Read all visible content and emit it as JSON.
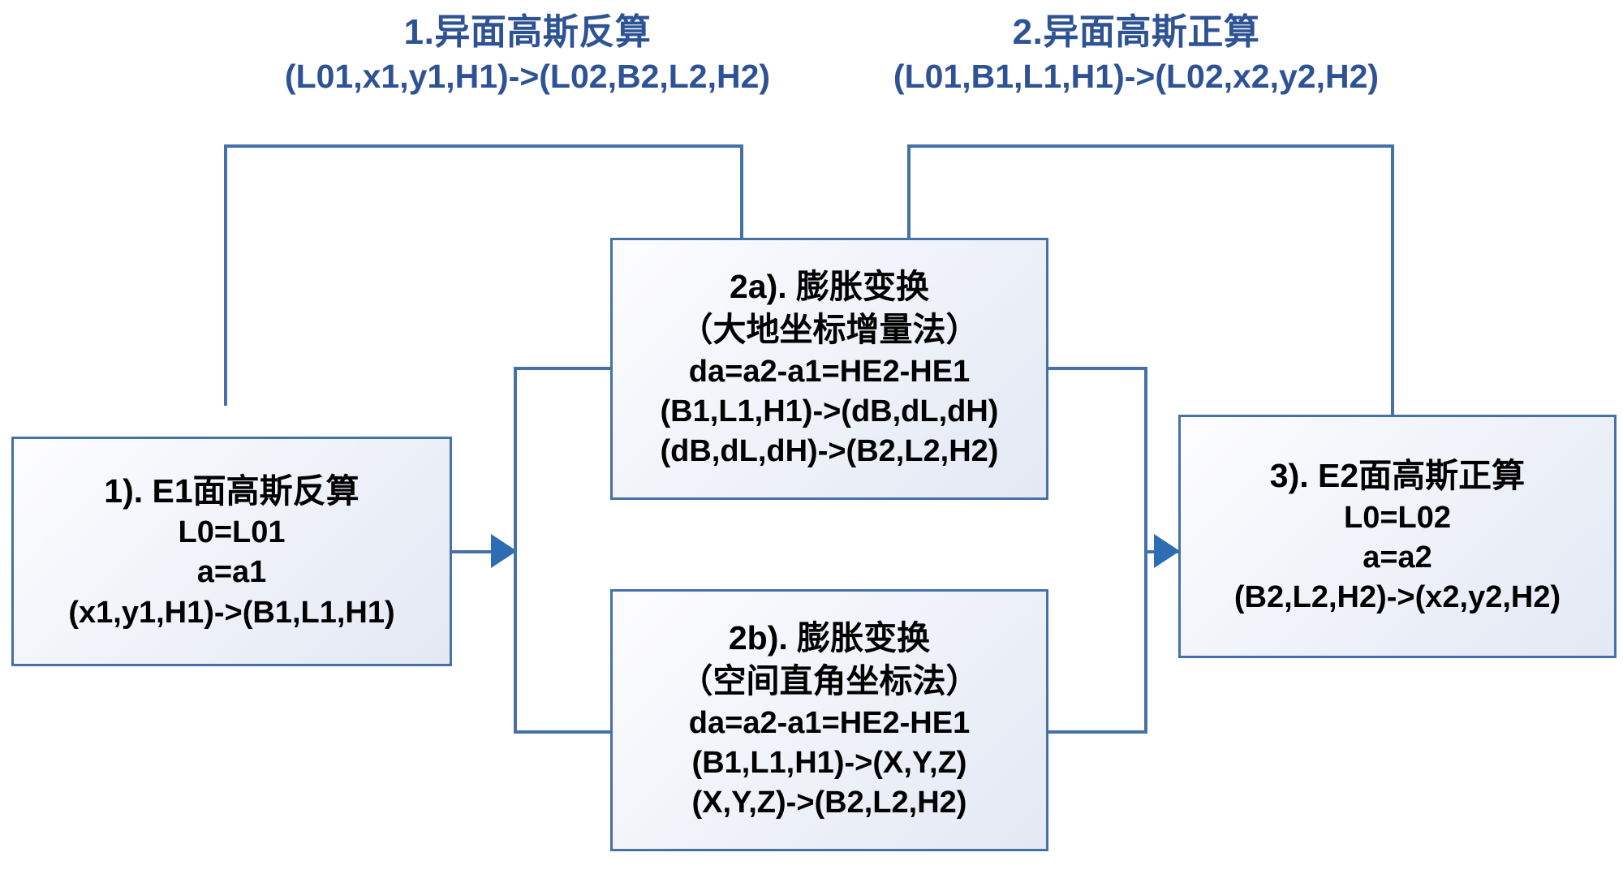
{
  "headings": [
    {
      "id": "heading-1",
      "title": "1.异面高斯反算",
      "subtitle": "(L01,x1,y1,H1)->(L02,B2,L2,H2)"
    },
    {
      "id": "heading-2",
      "title": "2.异面高斯正算",
      "subtitle": "(L01,B1,L1,H1)->(L02,x2,y2,H2)"
    }
  ],
  "boxes": {
    "box1": {
      "title": "1). E1面高斯反算",
      "lines": [
        "L0=L01",
        "a=a1",
        "(x1,y1,H1)->(B1,L1,H1)"
      ]
    },
    "box2a": {
      "title": "2a). 膨胀变换",
      "subtitle": "（大地坐标增量法）",
      "lines": [
        "da=a2-a1=HE2-HE1",
        "(B1,L1,H1)->(dB,dL,dH)",
        "(dB,dL,dH)->(B2,L2,H2)"
      ]
    },
    "box2b": {
      "title": "2b). 膨胀变换",
      "subtitle": "（空间直角坐标法）",
      "lines": [
        "da=a2-a1=HE2-HE1",
        "(B1,L1,H1)->(X,Y,Z)",
        "(X,Y,Z)->(B2,L2,H2)"
      ]
    },
    "box3": {
      "title": "3). E2面高斯正算",
      "lines": [
        "L0=L02",
        "a=a2",
        "(B2,L2,H2)->(x2,y2,H2)"
      ]
    }
  },
  "colors": {
    "heading_text": "#2E5395",
    "box_border": "#4472A8",
    "connector": "#4472A8",
    "arrow_fill": "#2E6DB4",
    "box_fill_light": "#fdfdff",
    "box_fill_dark": "#e3e8f4",
    "background": "#ffffff"
  },
  "diagram": {
    "type": "flowchart",
    "nodes": [
      "box1",
      "box2a",
      "box2b",
      "box3"
    ],
    "edges": [
      {
        "from": "box1",
        "to": "split-junction",
        "style": "arrow"
      },
      {
        "from": "split-junction",
        "to": "box2a",
        "style": "elbow"
      },
      {
        "from": "split-junction",
        "to": "box2b",
        "style": "elbow"
      },
      {
        "from": "box2a",
        "to": "merge-junction",
        "style": "elbow"
      },
      {
        "from": "box2b",
        "to": "merge-junction",
        "style": "elbow"
      },
      {
        "from": "merge-junction",
        "to": "box3",
        "style": "arrow"
      },
      {
        "from": "heading-1-bracket",
        "to": "box1-and-box2a",
        "style": "bracket"
      },
      {
        "from": "heading-2-bracket",
        "to": "box2a-and-box3",
        "style": "bracket"
      }
    ]
  }
}
